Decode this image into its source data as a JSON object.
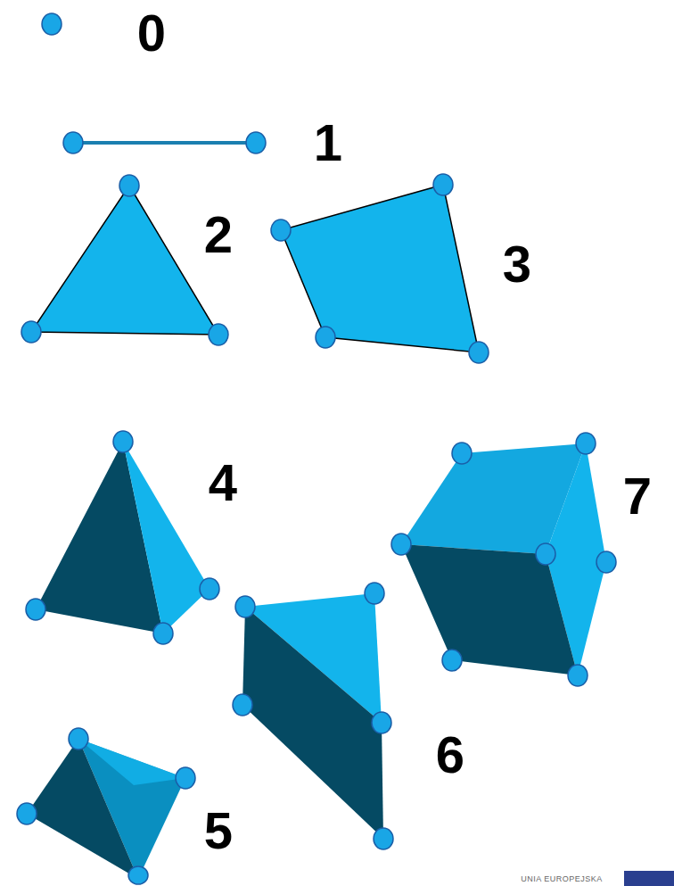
{
  "diagram": {
    "labels": [
      "0",
      "1",
      "2",
      "3",
      "4",
      "7",
      "6",
      "5",
      "UNIA EUROPEJSKA"
    ]
  }
}
